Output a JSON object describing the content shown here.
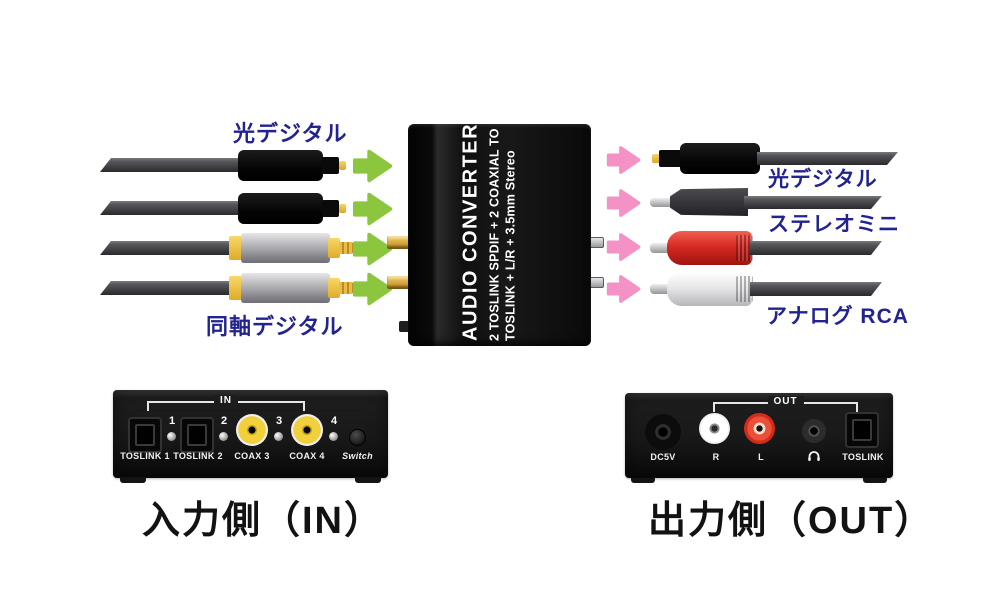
{
  "colors": {
    "background": "#ffffff",
    "label_navy": "#23238f",
    "arrow_green": "#8cc63e",
    "arrow_pink": "#f492c6",
    "connector_yellow": "#f2c83c",
    "connector_gold": "#d9a62e",
    "rca_red": "#d62a22",
    "rca_white": "#e8e8e8",
    "coax_jack_yellow": "#f2d03c",
    "caption_black": "#121212"
  },
  "flow_diagram": {
    "input_label_optical": "光デジタル",
    "input_label_coaxial": "同軸デジタル",
    "converter": {
      "title": "AUDIO CONVERTER",
      "subtitle_line1": "2 TOSLINK SPDIF + 2 COAXIAL TO",
      "subtitle_line2": "TOSLINK + L/R + 3.5mm Stereo"
    },
    "output_label_optical": "光デジタル",
    "output_label_stereo_mini": "ステレオミニ",
    "output_label_analog_rca": "アナログ RCA"
  },
  "input_panel": {
    "group_label": "IN",
    "port_numbers": [
      "1",
      "2",
      "3",
      "4"
    ],
    "port_labels": [
      "TOSLINK 1",
      "TOSLINK 2",
      "COAX 3",
      "COAX 4",
      "Switch"
    ]
  },
  "output_panel": {
    "group_label": "OUT",
    "port_labels": [
      "DC5V",
      "R",
      "L",
      "TOSLINK"
    ],
    "headphone_icon": "headphone"
  },
  "captions": {
    "input_side": "入力側（IN）",
    "output_side": "出力側（OUT）"
  }
}
